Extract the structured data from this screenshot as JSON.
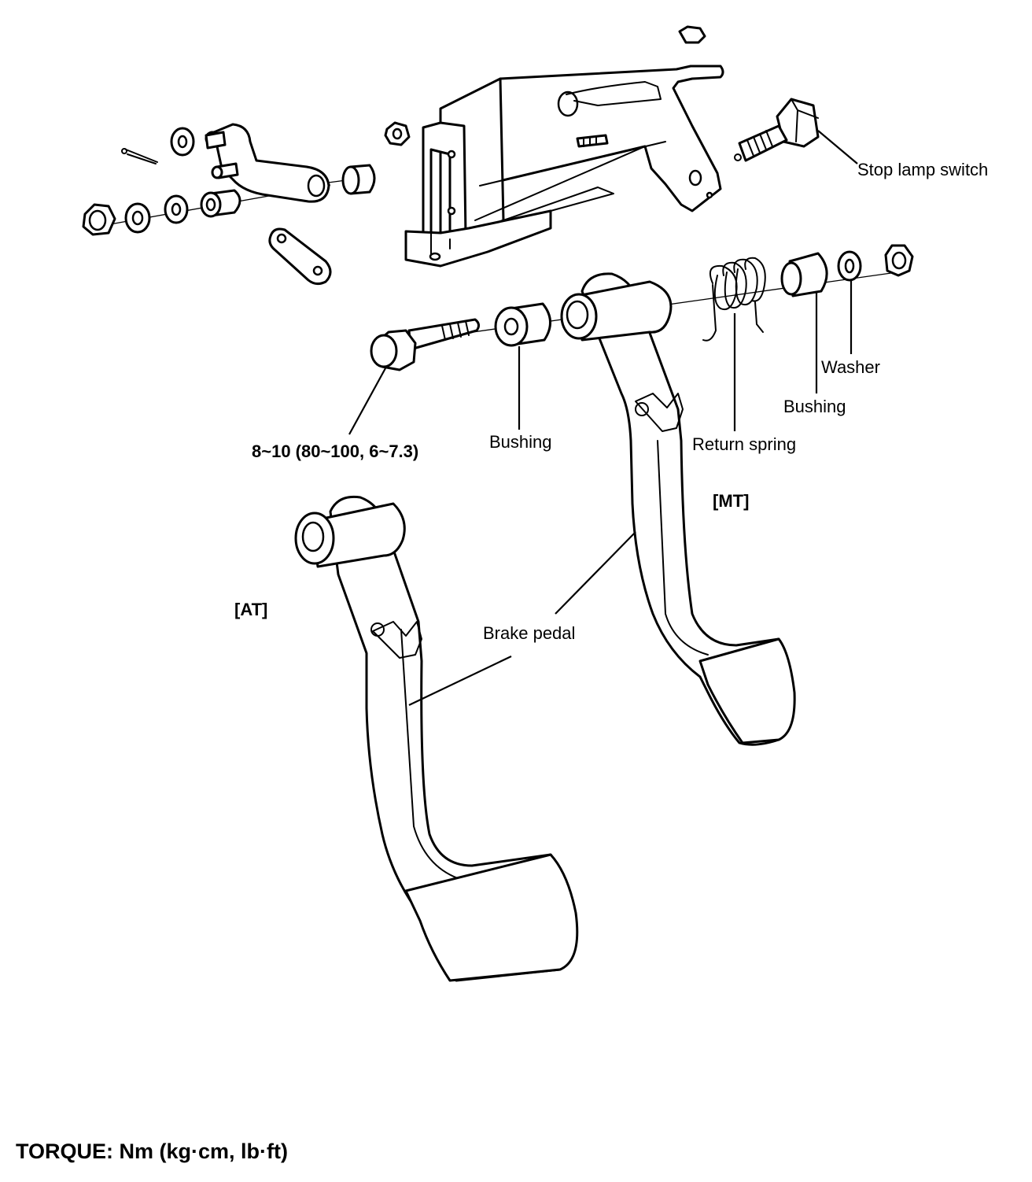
{
  "labels": {
    "stop_lamp_switch": "Stop lamp switch",
    "washer": "Washer",
    "bushing_right": "Bushing",
    "bushing_left": "Bushing",
    "return_spring": "Return spring",
    "bolt_torque": "8~10 (80~100, 6~7.3)",
    "mt": "[MT]",
    "at": "[AT]",
    "brake_pedal": "Brake pedal"
  },
  "footer": {
    "torque_note": "TORQUE: Nm (kg·cm, lb·ft)"
  }
}
